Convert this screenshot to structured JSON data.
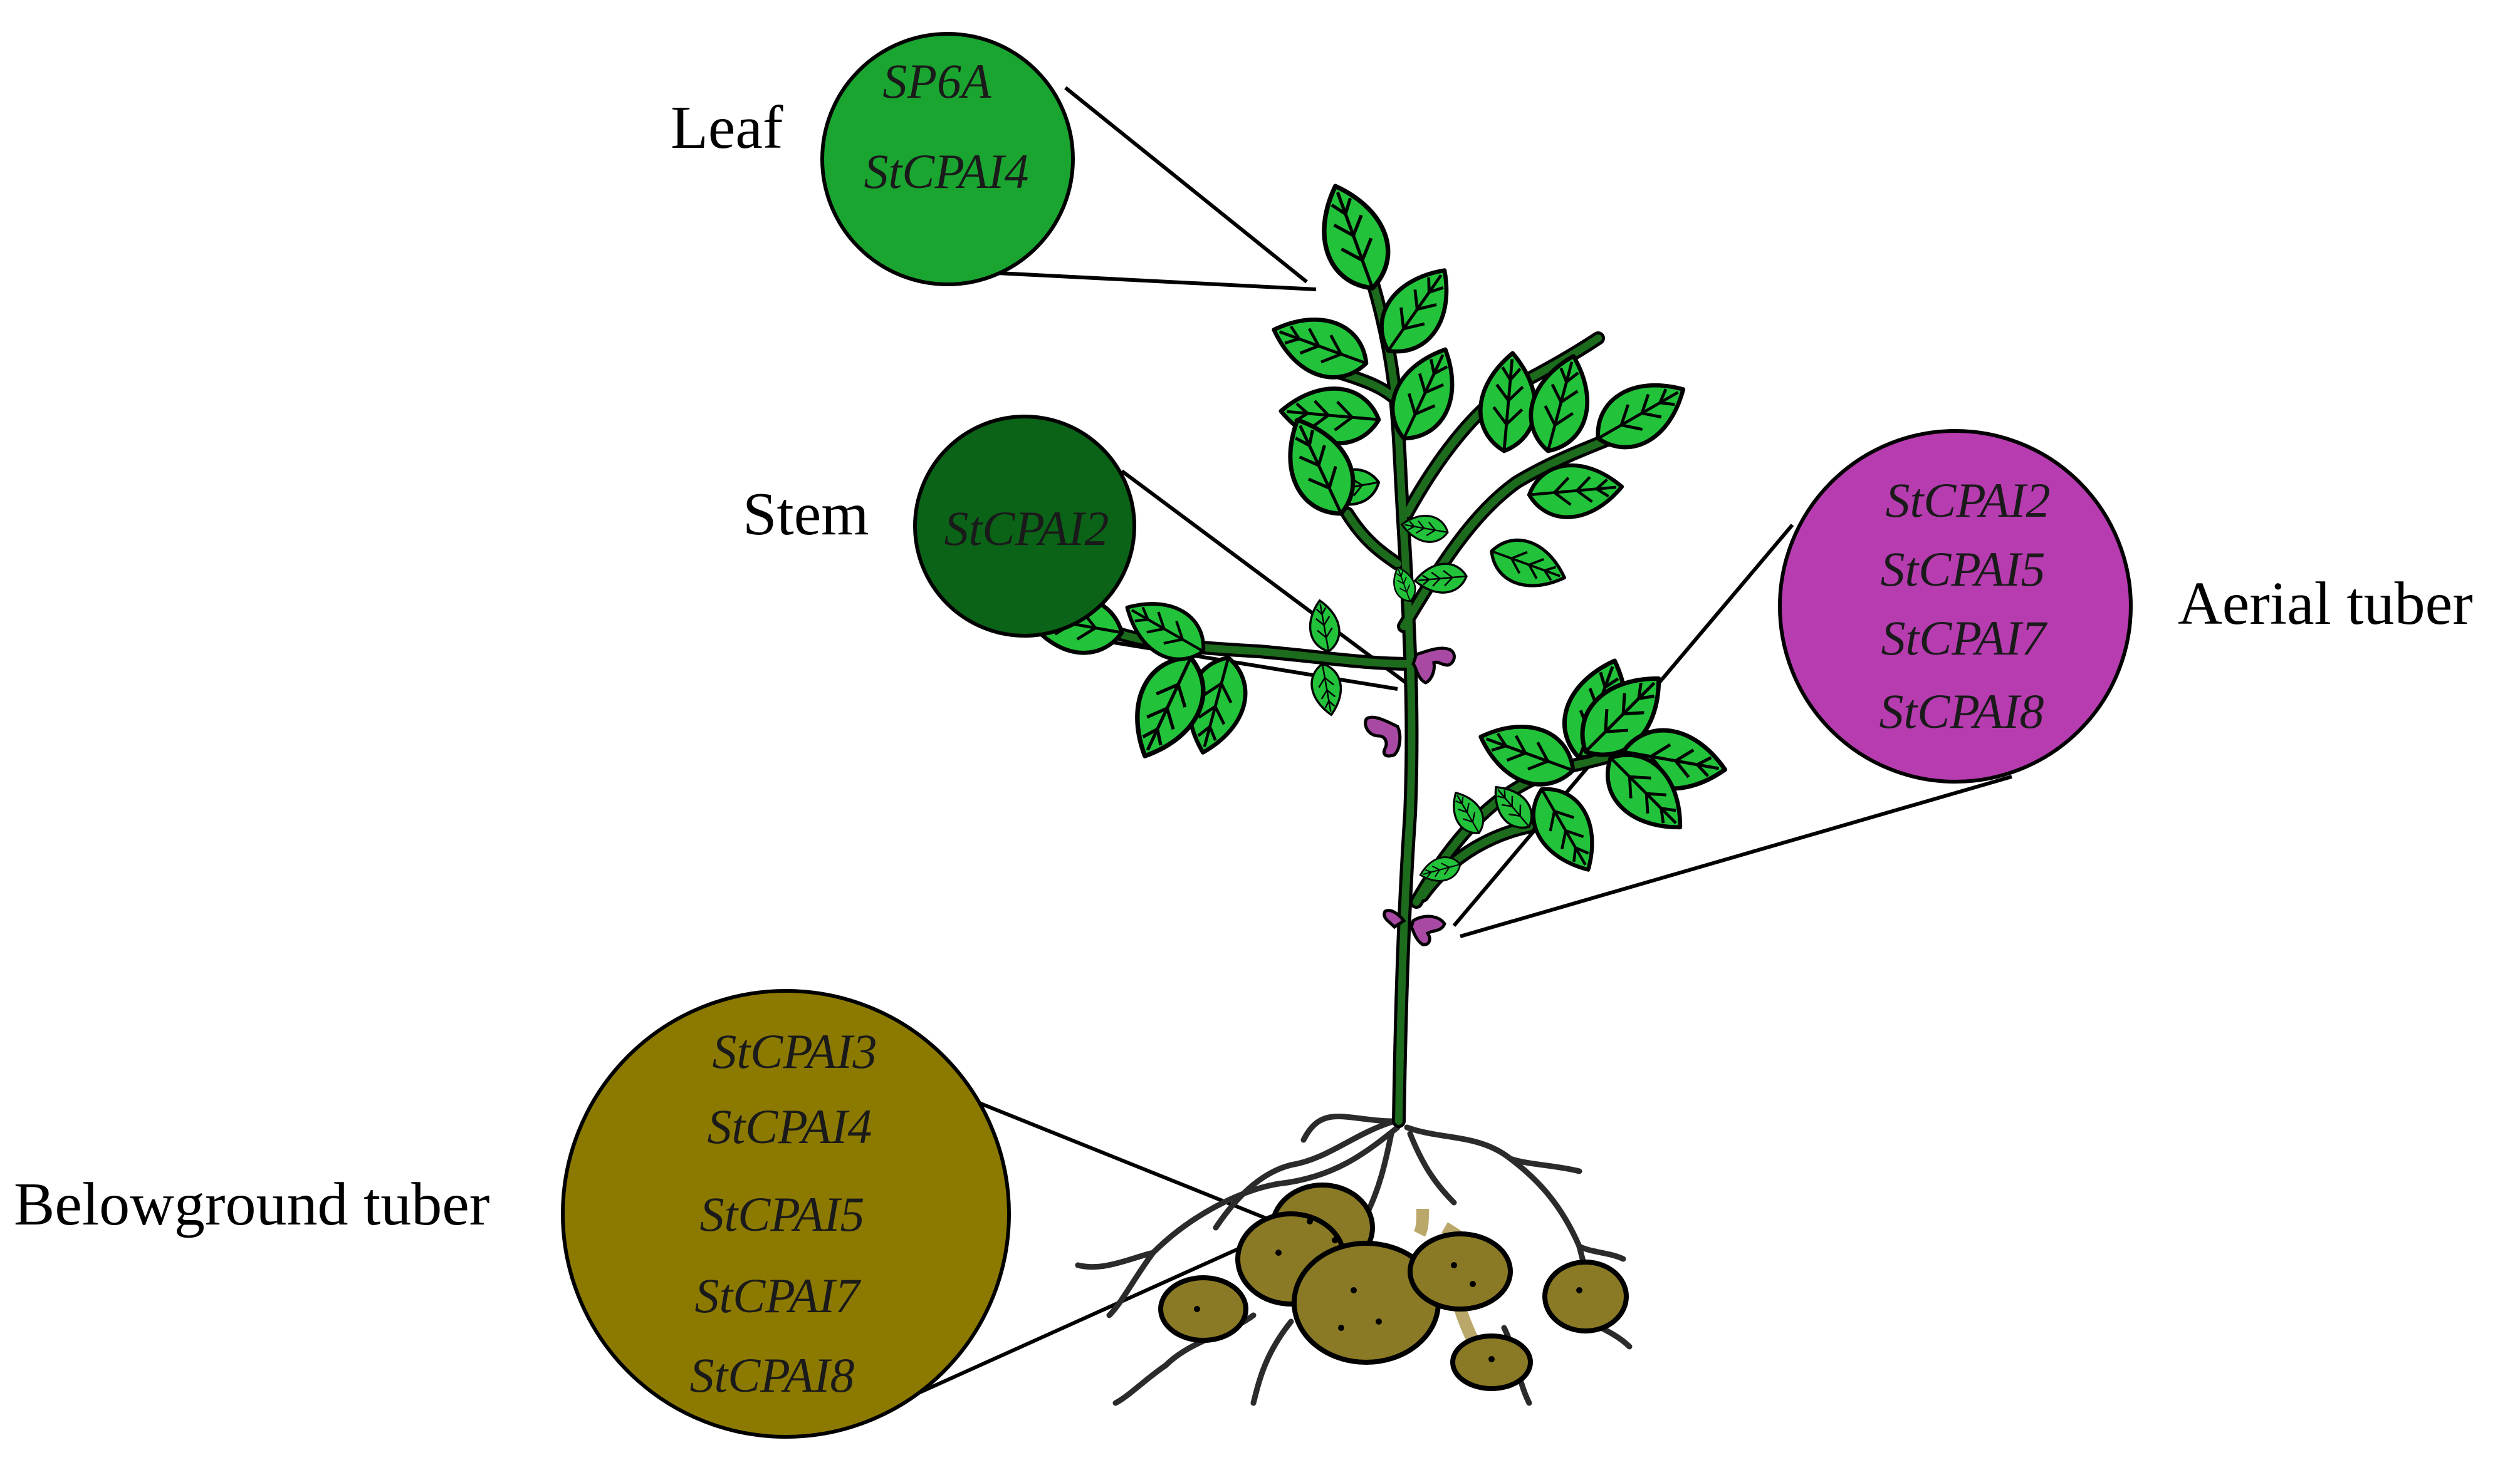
{
  "colors": {
    "leaf_circle": "#1aa530",
    "stem_circle": "#0a6317",
    "aerial_circle": "#b63cb0",
    "belowground_circle": "#8c7a00",
    "leaf_fill": "#22c33a",
    "stem_color": "#1d6b1d",
    "flower": "#a84aa4",
    "tuber_fill": "#8a7a25",
    "root": "#2b2b2b"
  },
  "groups": {
    "leaf": {
      "label": "Leaf",
      "genes": [
        "SP6A",
        "StCPAI4"
      ]
    },
    "stem": {
      "label": "Stem",
      "genes": [
        "StCPAI2"
      ]
    },
    "aerial": {
      "label": "Aerial tuber",
      "genes": [
        "StCPAI2",
        "StCPAI5",
        "StCPAI7",
        "StCPAI8"
      ]
    },
    "belowground": {
      "label": "Belowground tuber",
      "genes": [
        "StCPAI3",
        "StCPAI4",
        "StCPAI5",
        "StCPAI7",
        "StCPAI8"
      ]
    }
  }
}
